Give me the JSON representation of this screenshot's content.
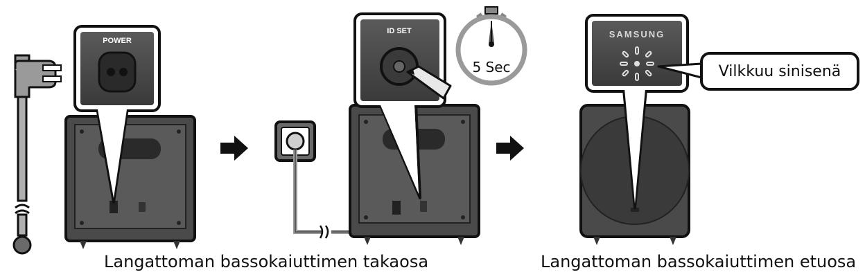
{
  "labels": {
    "power": "POWER",
    "id_set": "ID SET",
    "timer": "5 Sec",
    "brand": "SAMSUNG",
    "blink_text": "Vilkkuu sinisenä"
  },
  "captions": {
    "back": "Langattoman bassokaiuttimen takaosa",
    "front": "Langattoman bassokaiuttimen etuosa"
  },
  "colors": {
    "ink": "#111111",
    "panel_dark": "#3a3a3a",
    "panel_mid": "#555555",
    "speaker_body": "#4a4a4a",
    "cable": "#9a9a9a"
  },
  "icons": [
    "power-plug-icon",
    "arrow-right-icon",
    "wall-outlet-icon",
    "stopwatch-icon",
    "pen-icon",
    "led-blink-icon"
  ]
}
